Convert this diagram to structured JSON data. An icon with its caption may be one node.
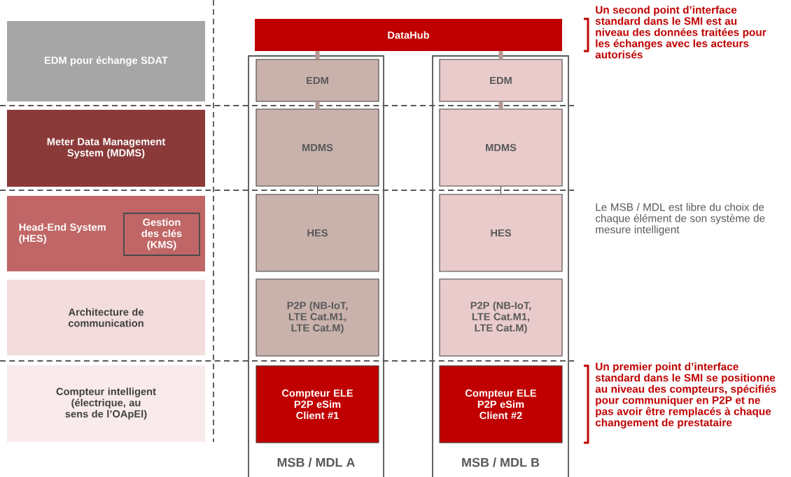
{
  "diagram": {
    "nodes": [
      {
        "text": [
          "EDM pour échange SDAT"
        ]
      },
      {
        "text": [
          "Meter Data Management System (MDMS)"
        ]
      },
      {
        "text": [
          "Head-End System (HES)"
        ]
      },
      {
        "text": [
          "Gestion des clés (KMS)"
        ],
        "in": 2
      },
      {
        "text": [
          "Architecture de communication"
        ]
      },
      {
        "text": [
          "Compteur intelligent (électrique, au sens de l’OApEl)"
        ]
      },
      {
        "text": [
          "DataHub"
        ]
      },
      {
        "text": [
          "MSB / MDL A"
        ]
      },
      {
        "text": [
          "EDM"
        ],
        "in": 7
      },
      {
        "text": [
          "MDMS"
        ],
        "in": 7
      },
      {
        "text": [
          "HES"
        ],
        "in": 7
      },
      {
        "text": [
          "P2P (NB-IoT, LTE Cat.M1, LTE Cat.M)"
        ],
        "in": 7
      },
      {
        "text": [
          "Compteur ELE P2P eSim Client #1"
        ],
        "in": 7
      },
      {
        "text": [
          "MSB / MDL B"
        ]
      },
      {
        "text": [
          "EDM"
        ],
        "in": 13
      },
      {
        "text": [
          "MDMS"
        ],
        "in": 13
      },
      {
        "text": [
          "HES"
        ],
        "in": 13
      },
      {
        "text": [
          "P2P (NB-IoT, LTE Cat.M1, LTE Cat.M)"
        ],
        "in": 13
      },
      {
        "text": [
          "Compteur ELE P2P eSim Client #2"
        ],
        "in": 13
      }
    ],
    "edges": [
      {
        "from": 6,
        "to": 8,
        "arrow": "none"
      },
      {
        "from": 8,
        "to": 9,
        "arrow": "none"
      },
      {
        "from": 9,
        "to": 10,
        "arrow": "none",
        "color": "#404040"
      },
      {
        "from": 6,
        "to": 14,
        "arrow": "none"
      },
      {
        "from": 14,
        "to": 15,
        "arrow": "none"
      },
      {
        "from": 15,
        "to": 16,
        "arrow": "none",
        "color": "#404040"
      }
    ],
    "labels": [
      "Un second point d’interface standard dans le SMI est au niveau des données traitées pour les échanges avec les acteurs autorisés",
      "Le MSB / MDL est libre du choix de chaque élément de son système de mesure intelligent",
      "Un premier point d’interface standard dans le SMI se positionne au niveau des compteurs, spécifiés pour communiquer en P2P et ne pas avoir être remplacés à chaque changement de prestataire"
    ]
  }
}
